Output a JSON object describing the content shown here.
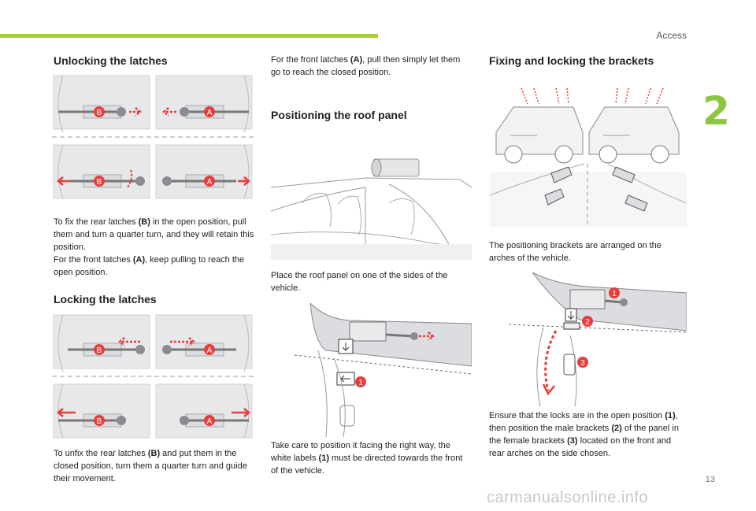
{
  "header": {
    "section": "Access",
    "chapter": "2"
  },
  "col1": {
    "heading_unlock": "Unlocking the latches",
    "unlock_p1_a": "To fix the rear latches ",
    "unlock_p1_b": "(B)",
    "unlock_p1_c": " in the open position, pull them and turn a quarter turn, and they will retain this position.",
    "unlock_p2_a": "For the front latches ",
    "unlock_p2_b": "(A)",
    "unlock_p2_c": ", keep pulling to reach the open position.",
    "heading_lock": "Locking the latches",
    "lock_p_a": "To unfix the rear latches ",
    "lock_p_b": "(B)",
    "lock_p_c": " and put them in the closed position, turn them a quarter turn and guide their movement."
  },
  "col2": {
    "front_p_a": "For the front latches ",
    "front_p_b": "(A)",
    "front_p_c": ", pull then simply let them go to reach the closed position.",
    "heading_position": "Positioning the roof panel",
    "place_p": "Place the roof panel on one of the sides of the vehicle.",
    "care_p_a": "Take care to position it facing the right way, the white labels ",
    "care_p_b": "(1)",
    "care_p_c": " must be directed towards the front of the vehicle."
  },
  "col3": {
    "heading_fixing": "Fixing and locking the brackets",
    "brackets_p": "The positioning brackets are arranged on the arches of the vehicle.",
    "ensure_p_a": "Ensure that the locks are in the open position ",
    "ensure_p_b": "(1)",
    "ensure_p_c": ", then position the male brackets ",
    "ensure_p_d": "(2)",
    "ensure_p_e": " of the panel in the female brackets ",
    "ensure_p_f": "(3)",
    "ensure_p_g": " located on the front and rear arches on the side chosen."
  },
  "labels": {
    "a": "A",
    "b": "B",
    "one": "1",
    "two": "2",
    "three": "3"
  },
  "footer": {
    "page_number": "13",
    "watermark": "carmanualsonline.info"
  },
  "colors": {
    "accent_green": "#a6ce39",
    "chapter_green": "#8cc63f",
    "badge_red": "#e63d3d"
  }
}
